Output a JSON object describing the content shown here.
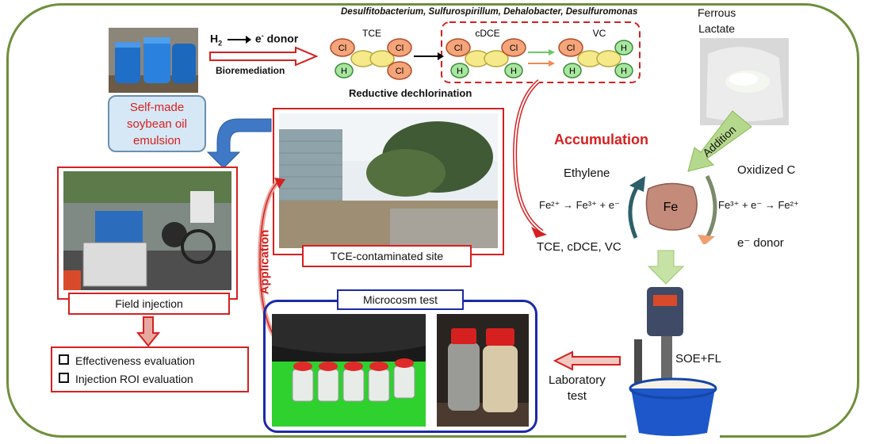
{
  "bacteria": "Desulfitobacterium, Sulfurospirillum, Dehalobacter, Desulfuromonas",
  "donor_label": {
    "h2": "H",
    "h2_sub": "2",
    "arrow_text": "e",
    "arrow_sup": "-",
    "donor": " donor"
  },
  "bioremediation": "Bioremediation",
  "molecules": {
    "tce": "TCE",
    "cdce": "cDCE",
    "vc": "VC",
    "cl": "Cl",
    "h": "H"
  },
  "reductive_dechlorination": "Reductive dechlorination",
  "ferrous_lactate": [
    "Ferrous",
    "Lactate"
  ],
  "soybean": [
    "Self-made",
    "soybean oil",
    "emulsion"
  ],
  "accumulation": "Accumulation",
  "addition": "Addition",
  "cycle": {
    "ethylene": "Ethylene",
    "oxidized_c": "Oxidized C",
    "fe": "Fe",
    "left_eq": "Fe²⁺ → Fe³⁺ + e⁻",
    "right_eq": "Fe³⁺ + e⁻ → Fe²⁺",
    "e_donor": "e⁻ donor",
    "products": "TCE, cDCE, VC"
  },
  "site_label": "TCE-contaminated site",
  "field_injection": "Field injection",
  "application": "Application",
  "evaluations": [
    "Effectiveness evaluation",
    "Injection ROI evaluation"
  ],
  "microcosm": "Microcosm test",
  "laboratory_test": [
    "Laboratory",
    "test"
  ],
  "soe_fl": "SOE+FL",
  "colors": {
    "frame": "#6f8f3b",
    "red": "#d62020",
    "blue": "#1c2aa8",
    "orange": "#f4a57a",
    "yellow": "#f5e98a",
    "green": "#a8e6a0"
  }
}
